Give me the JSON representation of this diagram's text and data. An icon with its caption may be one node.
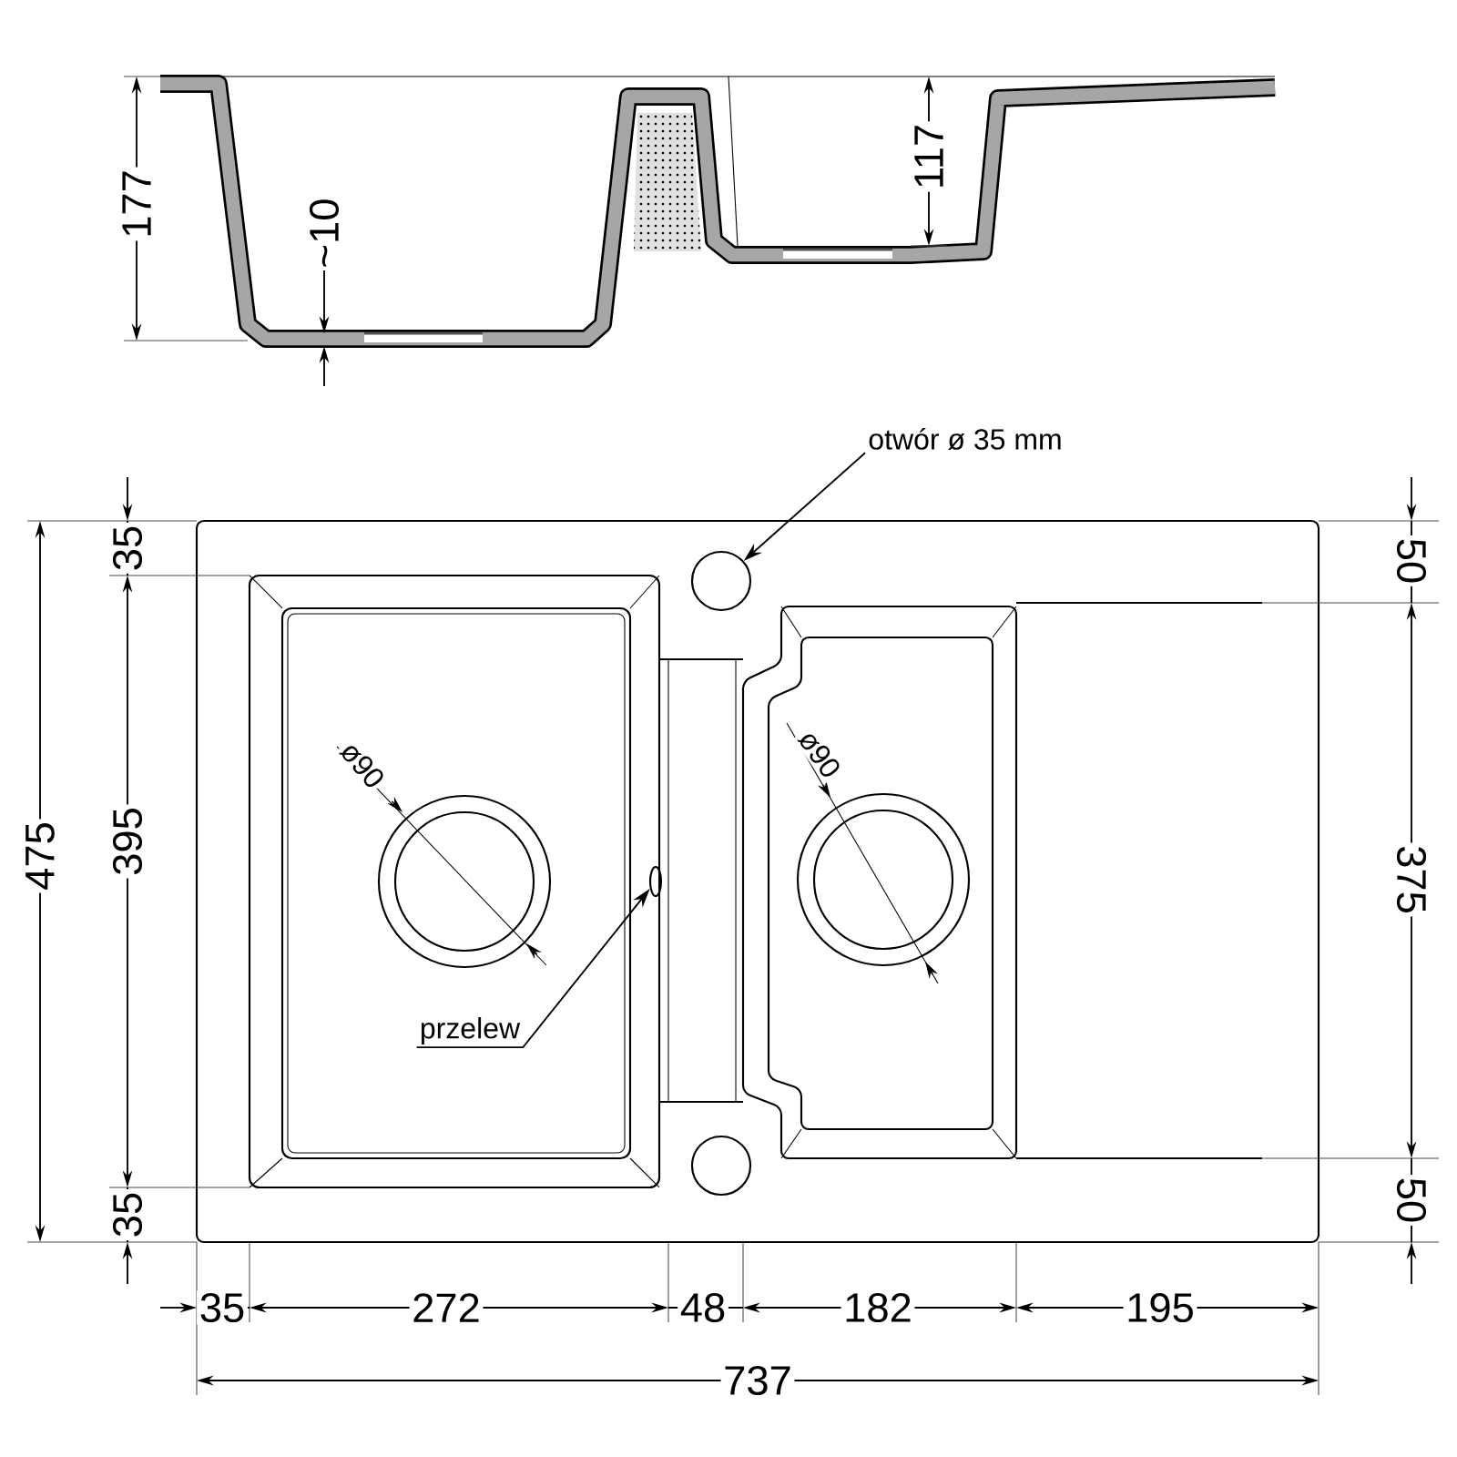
{
  "diagram": {
    "nodes": [
      {
        "text": [
          "otwór ø 35 mm"
        ]
      },
      {
        "text": [],
        "shape": "circle"
      },
      {
        "text": [
          "przelew"
        ]
      },
      {
        "text": [],
        "shape": "ellipse"
      }
    ],
    "edges": [
      {
        "from": 0,
        "to": 1,
        "arrow": "to"
      },
      {
        "from": 2,
        "to": 3,
        "arrow": "to"
      }
    ],
    "labels": [
      "177",
      "~10",
      "117",
      "475",
      "35",
      "395",
      "35",
      "ø90",
      "ø90",
      "50",
      "375",
      "50",
      "35",
      "272",
      "48",
      "182",
      "195",
      "737"
    ]
  }
}
